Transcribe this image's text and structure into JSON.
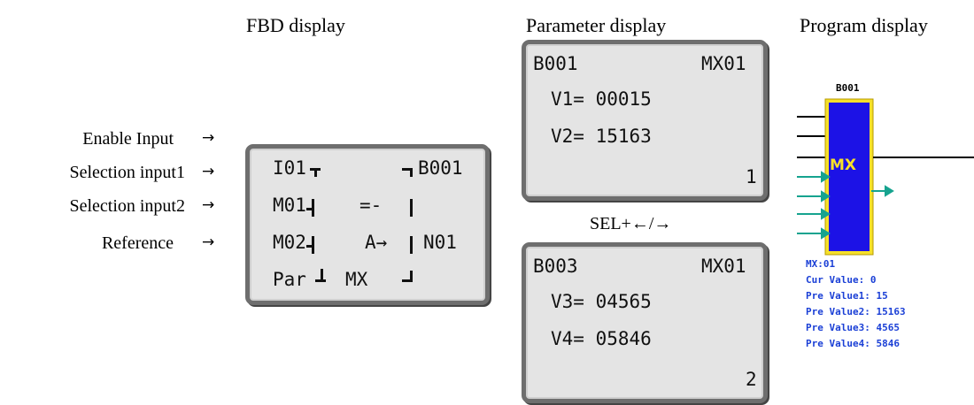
{
  "headings": {
    "fbd": "FBD display",
    "parameter": "Parameter display",
    "program": "Program display"
  },
  "inputs": [
    {
      "label": "Enable Input",
      "arrow": "→"
    },
    {
      "label": "Selection input1",
      "arrow": "→"
    },
    {
      "label": "Selection input2",
      "arrow": "→"
    },
    {
      "label": "Reference",
      "arrow": "→"
    }
  ],
  "fbd_screen": {
    "row1_left": "I01",
    "row1_right": "B001",
    "row2_left": "M01",
    "row2_mid": "=-",
    "row3_left": "M02",
    "row3_mid": "A→",
    "row3_right": "N01",
    "row4_left": "Par",
    "row4_mid": "MX"
  },
  "param_screen_1": {
    "block": "B001",
    "function": "MX01",
    "line1": "V1= 00015",
    "line2": "V2= 15163",
    "page": "1"
  },
  "sel_hint": "SEL+←/→",
  "param_screen_2": {
    "block": "B003",
    "function": "MX01",
    "line1": "V3= 04565",
    "line2": "V4= 05846",
    "page": "2"
  },
  "program_block": {
    "id": "B001",
    "name": "MX",
    "title": "MX:01",
    "info": [
      "Cur Value: 0",
      "Pre Value1: 15",
      "Pre Value2: 15163",
      "Pre Value3: 4565",
      "Pre Value4: 5846"
    ]
  }
}
